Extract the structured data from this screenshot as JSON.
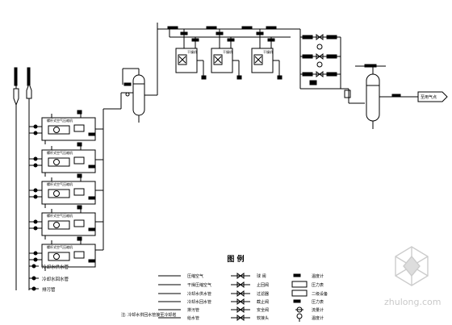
{
  "legend": {
    "title": "图 例",
    "col1": [
      "压缩空气",
      "干燥压缩空气",
      "冷却水供水管",
      "冷却水回水管",
      "排污管",
      "给水管"
    ],
    "col2": [
      "球 阀",
      "止回阀",
      "过滤器",
      "截止阀",
      "安全阀",
      "软接头"
    ],
    "col3": [
      "温度计",
      "压力表",
      "二级设备",
      "压力表",
      "流量计",
      "温度计"
    ]
  },
  "note": "注: 冷却水供回水管接至冷却塔",
  "compressor_labels": [
    "螺杆式空气压缩机",
    "螺杆式空气压缩机",
    "螺杆式空气压缩机",
    "螺杆式空气压缩机",
    "螺杆式空气压缩机"
  ],
  "supply_lines": [
    "冷却水供水管",
    "冷却水回水管",
    "排污管"
  ],
  "dryer_labels": [
    "干燥机",
    "干燥机",
    "干燥机"
  ],
  "outlet_label": "至用气点",
  "watermark": {
    "brand": "zhulong.com"
  },
  "colors": {
    "line": "#000000",
    "watermark": "#c9c9c9"
  }
}
